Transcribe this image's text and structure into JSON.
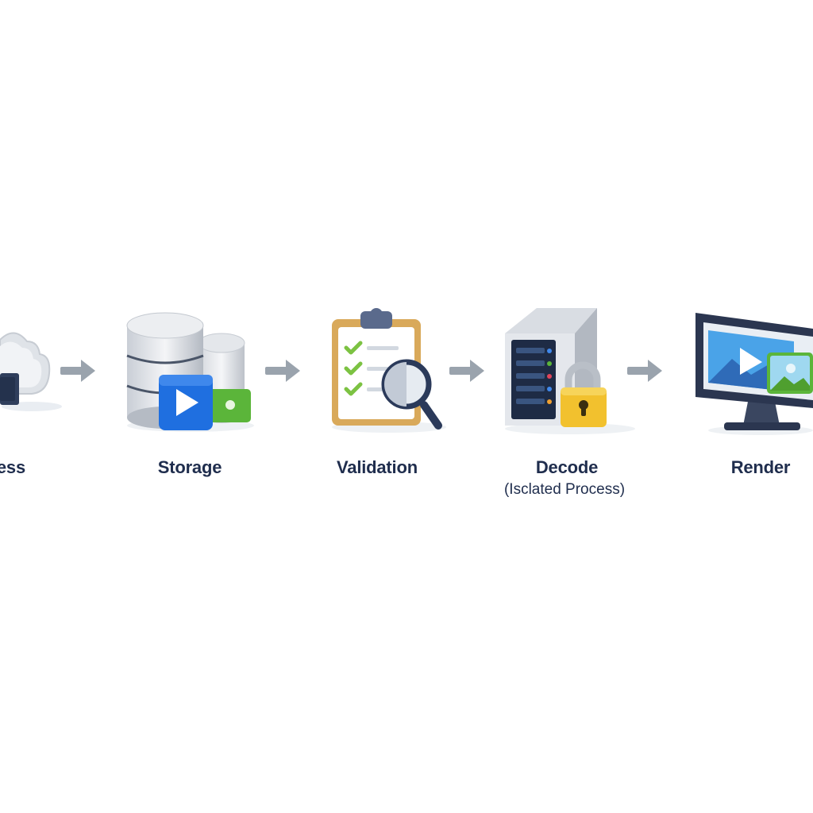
{
  "steps": [
    {
      "label": "Access",
      "icon": "cloud-laptop-icon"
    },
    {
      "label": "Storage",
      "icon": "database-video-icon"
    },
    {
      "label": "Validation",
      "icon": "clipboard-magnifier-icon"
    },
    {
      "label": "Decode",
      "sublabel": "(Isclated Process)",
      "icon": "server-lock-icon"
    },
    {
      "label": "Render",
      "icon": "monitor-media-icon"
    }
  ],
  "arrow_icon": "right-arrow-icon",
  "colors": {
    "label": "#1f2d4d",
    "arrow": "#9aa3ad",
    "play_blue": "#1f6fe0",
    "image_green": "#5bb53a",
    "lock_yellow": "#f2c12e",
    "check_green": "#7cc242"
  }
}
